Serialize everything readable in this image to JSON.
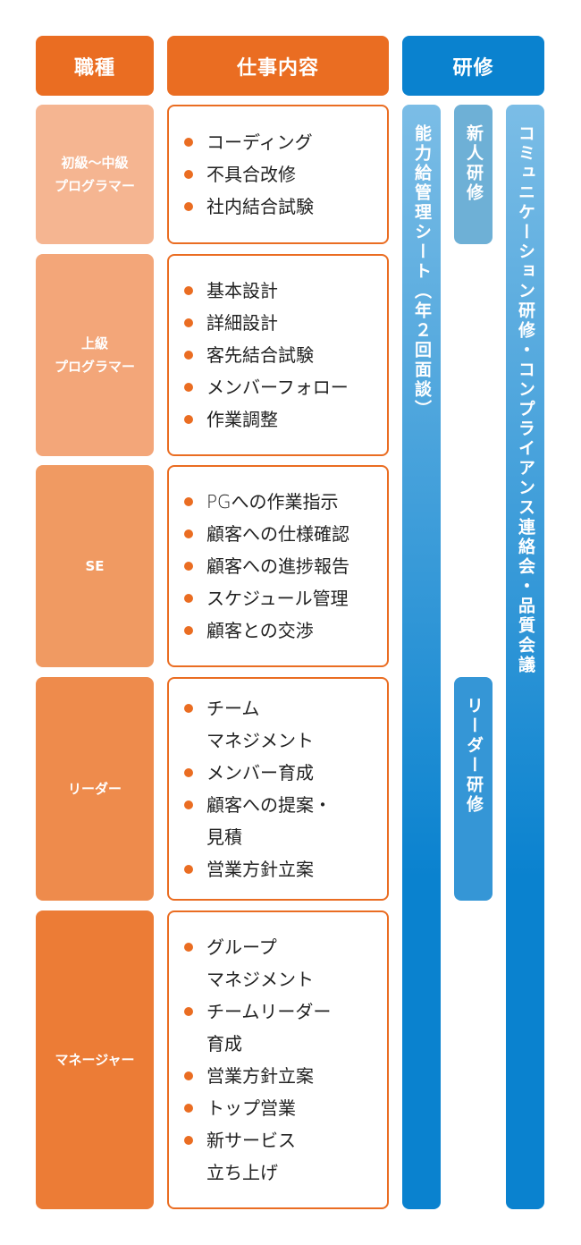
{
  "headers": {
    "role": "職種",
    "duties": "仕事内容",
    "training": "研修"
  },
  "rows": [
    {
      "role": "初級～中級\nプログラマー",
      "color": "#f5b591",
      "duties": [
        "コーディング",
        "不具合改修",
        "社内結合試験"
      ]
    },
    {
      "role": "上級\nプログラマー",
      "color": "#f3a679",
      "duties": [
        "基本設計",
        "詳細設計",
        "客先結合試験",
        "メンバーフォロー",
        "作業調整"
      ]
    },
    {
      "role": "SE",
      "color": "#f09a62",
      "duties": [
        "PGへの作業指示",
        "顧客への仕様確認",
        "顧客への進捗報告",
        "スケジュール管理",
        "顧客との交渉"
      ]
    },
    {
      "role": "リーダー",
      "color": "#ee8b4c",
      "duties": [
        "チーム\nマネジメント",
        "メンバー育成",
        "顧客への提案・\n見積",
        "営業方針立案"
      ]
    },
    {
      "role": "マネージャー",
      "color": "#ec7c36",
      "duties": [
        "グループ\nマネジメント",
        "チームリーダー\n育成",
        "営業方針立案",
        "トップ営業",
        "新サービス\n立ち上げ"
      ]
    }
  ],
  "training_bars": {
    "ability_sheet": "能力給管理シート（年２回面談）",
    "new_employee": "新人研修",
    "leader": "リーダー研修",
    "communication": "コミュニケーション研修・コンプライアンス連絡会・品質会議"
  },
  "colors": {
    "orange_accent": "#ea6d22",
    "blue_accent": "#0a82cf"
  }
}
